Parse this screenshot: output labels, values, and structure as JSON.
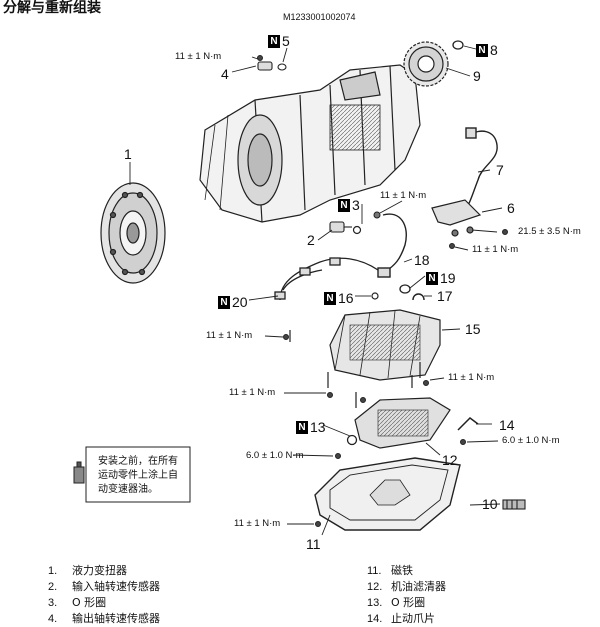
{
  "header": {
    "title": "分解与重新组装",
    "figure_code": "M1233001002074"
  },
  "callouts": {
    "c1": "1",
    "c2": "2",
    "c3": "3",
    "c4": "4",
    "c5": "5",
    "c6": "6",
    "c7": "7",
    "c8": "8",
    "c9": "9",
    "c10": "10",
    "c11": "11",
    "c12": "12",
    "c13": "13",
    "c14": "14",
    "c15": "15",
    "c16": "16",
    "c17": "17",
    "c18": "18",
    "c19": "19",
    "c20": "20"
  },
  "new_part_mark": "N",
  "torques": {
    "t_11": "11 ± 1 N·m",
    "t_21_5": "21.5 ± 3.5 N·m",
    "t_6": "6.0 ± 1.0 N·m"
  },
  "note": {
    "line1": "安装之前，在所有",
    "line2": "运动零件上涂上自",
    "line3": "动变速器油。"
  },
  "legend": {
    "items": [
      {
        "no": "1.",
        "text": "液力变扭器"
      },
      {
        "no": "2.",
        "text": "输入轴转速传感器"
      },
      {
        "no": "3.",
        "text": "O 形圈"
      },
      {
        "no": "4.",
        "text": "输出轴转速传感器"
      },
      {
        "no": "11.",
        "text": "磁铁"
      },
      {
        "no": "12.",
        "text": "机油滤清器"
      },
      {
        "no": "13.",
        "text": "O 形圈"
      },
      {
        "no": "14.",
        "text": "止动爪片"
      }
    ]
  }
}
